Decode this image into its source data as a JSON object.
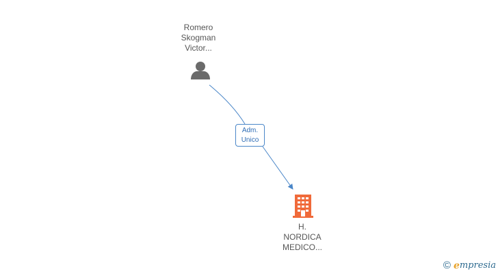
{
  "nodes": {
    "person": {
      "name_lines": [
        "Romero",
        "Skogman",
        "Victor..."
      ],
      "icon": "person-icon",
      "color": "#6b6b6b"
    },
    "company": {
      "name_lines": [
        "H.",
        "NORDICA",
        "MEDICO..."
      ],
      "icon": "building-icon",
      "color": "#f06a3a"
    }
  },
  "edge": {
    "label_lines": [
      "Adm.",
      "Unico"
    ],
    "color": "#4a86c8"
  },
  "watermark": {
    "copyright_symbol": "©",
    "brand_initial": "e",
    "brand_rest": "mpresia"
  }
}
